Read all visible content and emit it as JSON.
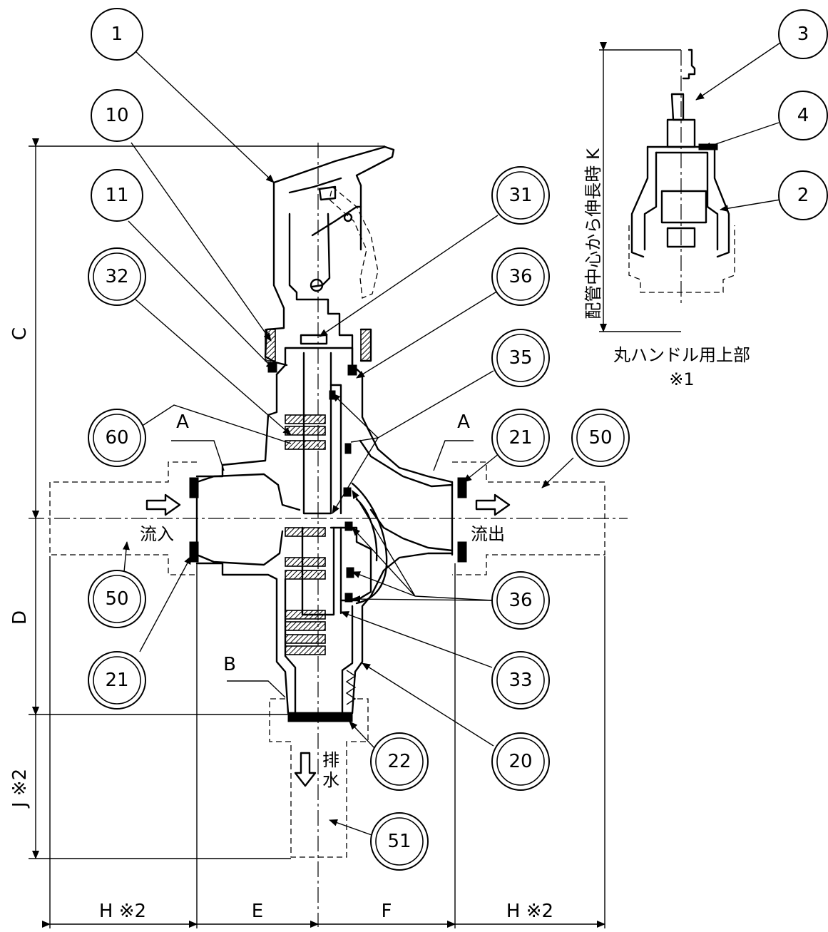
{
  "balloons": [
    {
      "id": "1",
      "double": false
    },
    {
      "id": "10",
      "double": false
    },
    {
      "id": "11",
      "double": false
    },
    {
      "id": "32",
      "double": true
    },
    {
      "id": "60",
      "double": true
    },
    {
      "id": "50",
      "double": true,
      "side": "left"
    },
    {
      "id": "21",
      "double": true,
      "side": "left"
    },
    {
      "id": "31",
      "double": true
    },
    {
      "id": "36",
      "double": true,
      "side": "top"
    },
    {
      "id": "35",
      "double": true
    },
    {
      "id": "21",
      "double": true,
      "side": "right"
    },
    {
      "id": "50",
      "double": true,
      "side": "right"
    },
    {
      "id": "36",
      "double": true,
      "side": "bottom"
    },
    {
      "id": "33",
      "double": true
    },
    {
      "id": "20",
      "double": true
    },
    {
      "id": "22",
      "double": true
    },
    {
      "id": "51",
      "double": true
    },
    {
      "id": "3",
      "double": false
    },
    {
      "id": "4",
      "double": false
    },
    {
      "id": "2",
      "double": false
    }
  ],
  "section_marks": {
    "a_left": "A",
    "a_right": "A",
    "b": "B"
  },
  "flow_labels": {
    "inflow": "流入",
    "outflow": "流出",
    "drain_1": "排",
    "drain_2": "水"
  },
  "dimensions": {
    "c": "C",
    "d": "D",
    "j": "J ※2",
    "h_left": "H ※2",
    "e": "E",
    "f": "F",
    "h_right": "H ※2"
  },
  "inset": {
    "title": "丸ハンドル用上部",
    "note": "※1",
    "k_label": "配管中心から伸長時 K"
  }
}
